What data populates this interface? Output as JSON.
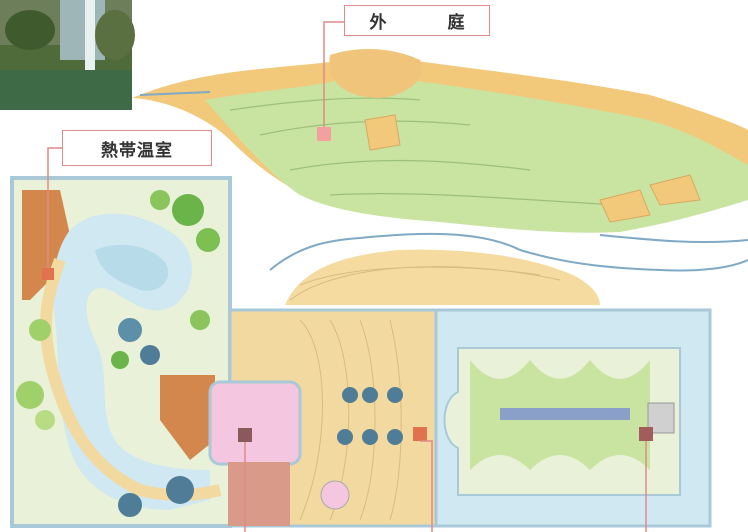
{
  "labels": {
    "outer_garden": "外　庭",
    "tropical_greenhouse": "熱帯温室"
  },
  "icons": [
    "waterfall-photo",
    "outer-garden-marker",
    "greenhouse-marker",
    "pavilion-marker",
    "courtyard-marker",
    "east-garden-marker"
  ],
  "colors": {
    "lawn": "#c9e3a0",
    "path": "#f2c97a",
    "water": "#cfe8f2",
    "pink_pavilion": "#f5c6df",
    "marker": "#e0734d",
    "pointer": "#e08a8a",
    "wall": "#a9c9d8"
  }
}
